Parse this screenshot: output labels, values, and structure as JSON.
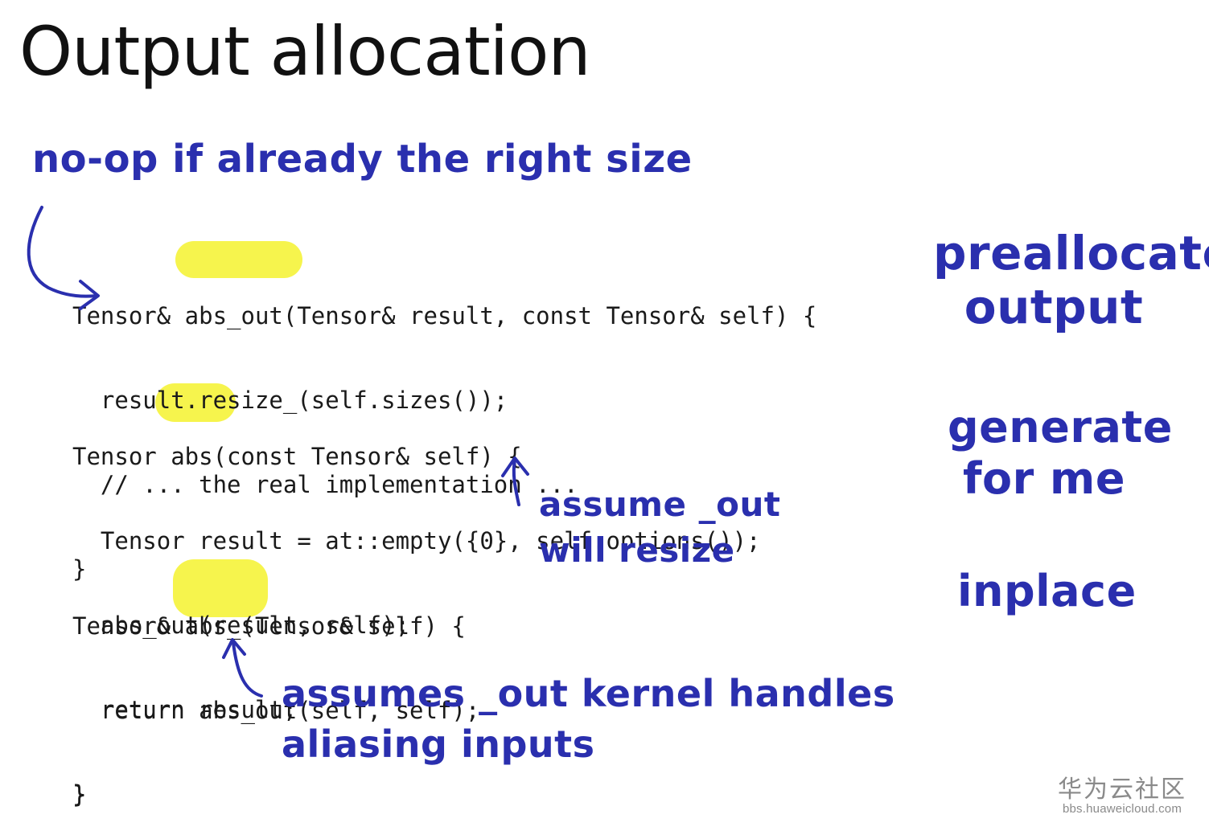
{
  "title": "Output allocation",
  "annotations": {
    "top": "no-op if already the right size",
    "preallocated_line1": "preallocated",
    "preallocated_line2": "output",
    "generate_line1": "generate",
    "generate_line2": "for me",
    "inplace": "inplace",
    "assume_line1": "assume _out",
    "assume_line2": "will resize",
    "aliasing_line1": "assumes  _out kernel  handles",
    "aliasing_line2": "aliasing  inputs"
  },
  "code": {
    "block1": [
      "Tensor& abs_out(Tensor& result, const Tensor& self) {",
      "  result.resize_(self.sizes());",
      "  // ... the real implementation ...",
      "}"
    ],
    "block2": [
      "Tensor abs(const Tensor& self) {",
      "  Tensor result = at::empty({0}, self.options());",
      "  abs_out(result, self);",
      "  return result;",
      "}"
    ],
    "block3": [
      "Tensor& abs_(Tensor& self) {",
      "  return abs_out(self, self);",
      "}"
    ]
  },
  "colors": {
    "ink": "#2a2fae",
    "highlight": "#f5f33a",
    "code": "#1a1a1a"
  },
  "watermark": {
    "title": "华为云社区",
    "url": "bbs.huaweicloud.com"
  }
}
